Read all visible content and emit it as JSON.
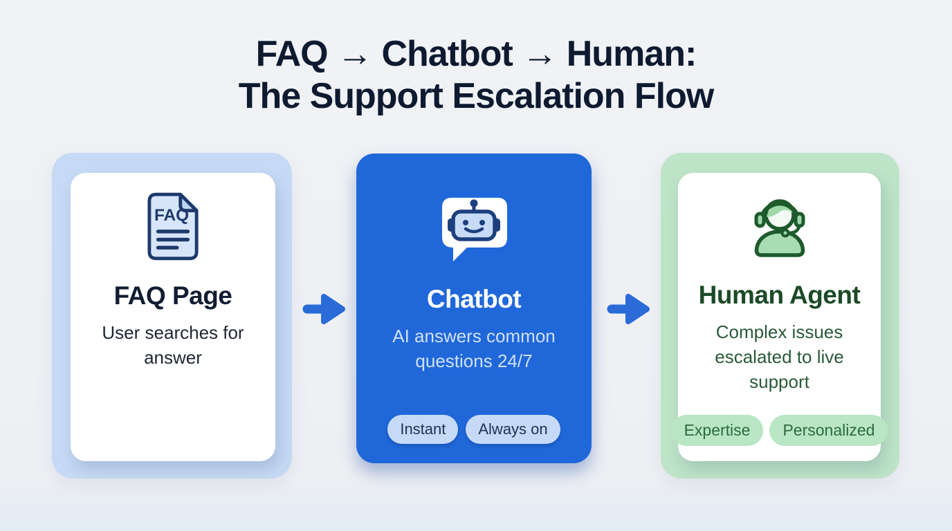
{
  "title": {
    "line1": "FAQ → Chatbot → Human:",
    "line2": "The Support Escalation Flow"
  },
  "steps": [
    {
      "title": "FAQ Page",
      "description": "User searches for answer",
      "icon": "faq-document-icon",
      "icon_label": "FAQ",
      "badges": []
    },
    {
      "title": "Chatbot",
      "description": "AI answers common questions 24/7",
      "icon": "chatbot-robot-icon",
      "badges": [
        "Instant",
        "Always on"
      ]
    },
    {
      "title": "Human Agent",
      "description": "Complex issues escalated to live support",
      "icon": "human-agent-headset-icon",
      "badges": [
        "Expertise",
        "Personalized"
      ]
    }
  ],
  "connectors": [
    "arrow-right-icon",
    "arrow-right-icon"
  ],
  "colors": {
    "page_background": "#f0f2f5",
    "title_text": "#0e1a30",
    "pastel_blue_card": "#c6daf5",
    "chatbot_card_blue": "#2068d9",
    "pastel_green_card": "#bde4c7",
    "arrow_blue": "#2a6bd8",
    "badge_blue_bg": "#c6daf8",
    "badge_blue_text": "#1d3054",
    "badge_green_bg": "#b9e6c4",
    "badge_green_text": "#2c6b3e",
    "faq_icon_navy": "#1e3a6b",
    "human_icon_green": "#1d5a2c",
    "human_agent_title_green": "#1c4a27"
  }
}
